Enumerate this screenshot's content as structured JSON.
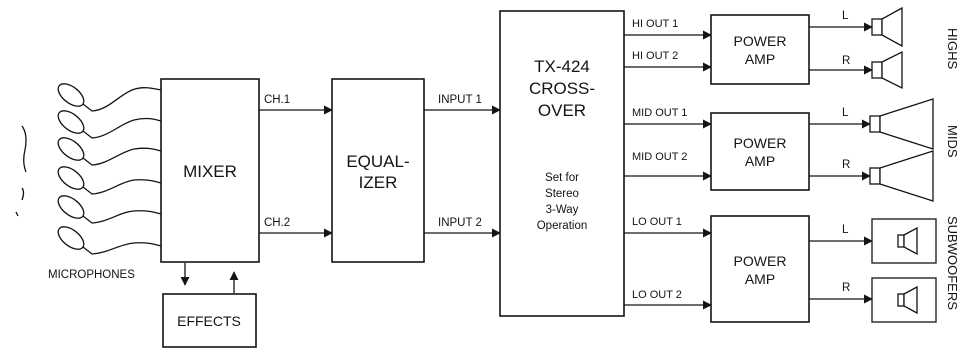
{
  "blocks": {
    "mixer": "MIXER",
    "effects": "EFFECTS",
    "equalizer": [
      "EQUAL-",
      "IZER"
    ],
    "crossover": [
      "TX-424",
      "CROSS-",
      "OVER"
    ],
    "crossover_note": [
      "Set for",
      "Stereo",
      "3-Way",
      "Operation"
    ],
    "power_amp": [
      "POWER",
      "AMP"
    ]
  },
  "labels": {
    "microphones": "MICROPHONES",
    "ch1": "CH.1",
    "ch2": "CH.2",
    "input1": "INPUT 1",
    "input2": "INPUT 2",
    "hi_out_1": "HI OUT 1",
    "hi_out_2": "HI OUT 2",
    "mid_out_1": "MID OUT 1",
    "mid_out_2": "MID OUT 2",
    "lo_out_1": "LO OUT 1",
    "lo_out_2": "LO OUT 2",
    "left": "L",
    "right": "R"
  },
  "groups": {
    "highs": "HIGHS",
    "mids": "MIDS",
    "subwoofers": "SUBWOOFERS"
  }
}
